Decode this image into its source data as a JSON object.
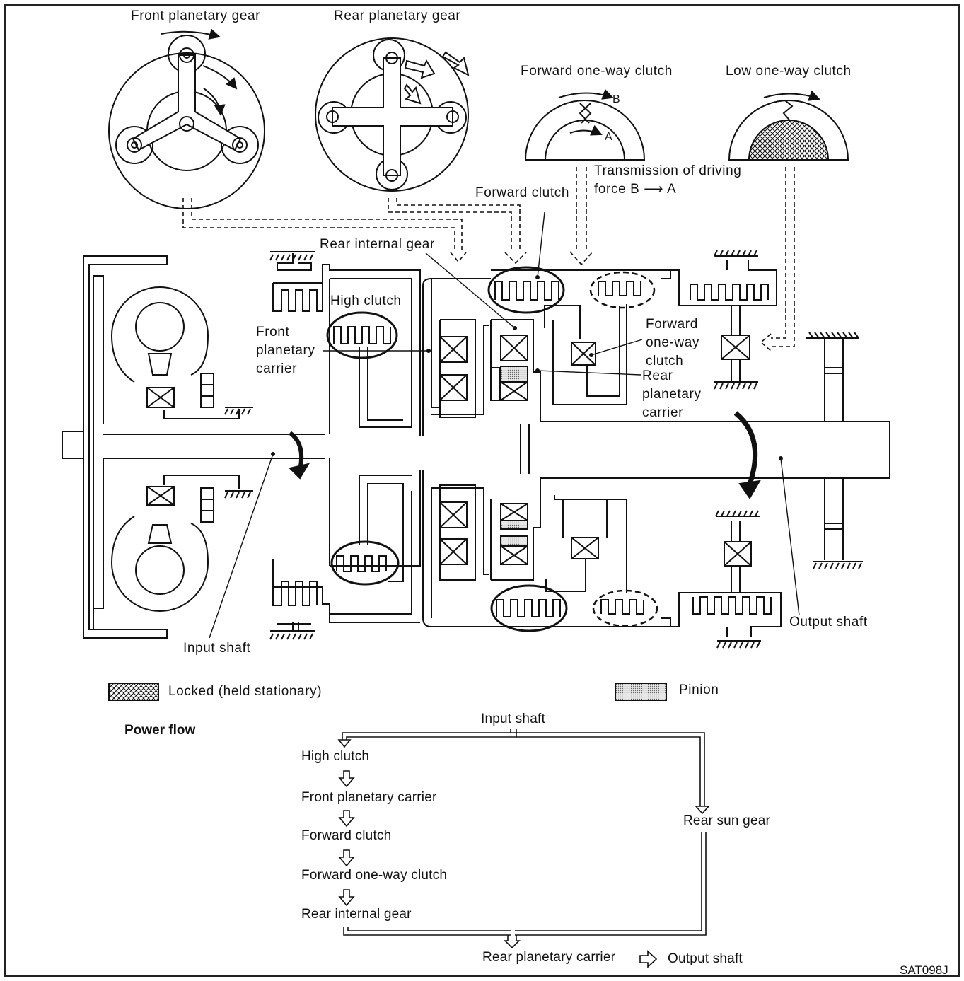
{
  "labels": {
    "front_planetary_gear": "Front planetary gear",
    "rear_planetary_gear": "Rear planetary gear",
    "forward_one_way_clutch_top": "Forward one-way clutch",
    "low_one_way_clutch": "Low one-way clutch",
    "mark_b": "B",
    "mark_a": "A",
    "transmission_of_driving_force": "Transmission of driving force B ⟶ A",
    "forward_clutch": "Forward clutch",
    "rear_internal_gear": "Rear internal gear",
    "high_clutch": "High clutch",
    "front_planetary_carrier": "Front planetary carrier",
    "forward_one_way_clutch_side": "Forward one-way clutch",
    "rear_planetary_carrier": "Rear planetary carrier",
    "input_shaft": "Input shaft",
    "output_shaft": "Output shaft"
  },
  "legend": {
    "locked": "Locked (held stationary)",
    "pinion": "Pinion"
  },
  "power_flow": {
    "title": "Power flow",
    "input_shaft": "Input shaft",
    "left_steps": [
      "High clutch",
      "Front planetary carrier",
      "Forward clutch",
      "Forward one-way clutch",
      "Rear internal gear"
    ],
    "rear_sun_gear": "Rear sun gear",
    "rear_planetary_carrier": "Rear planetary carrier",
    "output_shaft": "Output shaft"
  },
  "figure_code": "SAT098J"
}
